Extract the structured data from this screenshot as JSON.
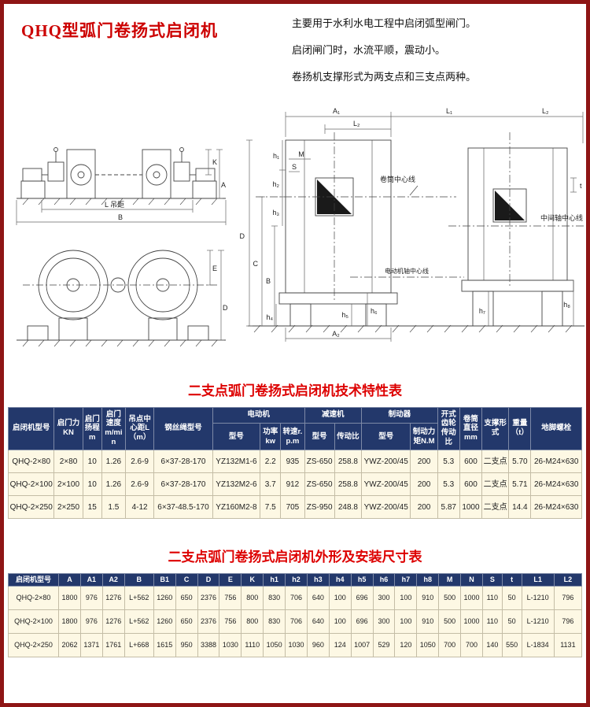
{
  "colors": {
    "accent_red": "#cc0000",
    "page_border": "#8e1515",
    "table_header_bg": "#23386b",
    "table_body_bg": "#fdf8e4"
  },
  "header": {
    "title": "QHQ型弧门卷扬式启闭机",
    "description_lines": [
      "主要用于水利水电工程中启闭弧型闸门。",
      "启闭闸门时，水流平顺，震动小。",
      "卷扬机支撑形式为两支点和三支点两种。"
    ]
  },
  "diagram": {
    "side_view": {
      "k": "K",
      "a": "A",
      "l_span": "L 吊距",
      "b_span": "B",
      "e": "E",
      "d": "D"
    },
    "install_view": {
      "a1": "A₁",
      "l1": "L₁",
      "l2_left": "L₂",
      "l2_right": "L₂",
      "d": "D",
      "c": "C",
      "b": "B",
      "h1": "h₁",
      "h2": "h₂",
      "h3": "h₃",
      "h4": "h₄",
      "h5": "h₅",
      "h6": "h₆",
      "h7": "h₇",
      "h8": "h₈",
      "s": "S",
      "m": "M",
      "t": "t",
      "a2": "A₂",
      "drum_centerline": "卷筒中心线",
      "middle_shaft_centerline": "中间轴中心线",
      "motor_shaft_centerline": "电动机轴中心线"
    }
  },
  "table1": {
    "title": "二支点弧门卷扬式启闭机技术特性表",
    "headers": {
      "model": "启闭机型号",
      "force": "启门力KN",
      "lift": "启门扬程m",
      "speed": "启门速度m/min",
      "center_distance": "吊点中心距L（m）",
      "rope": "钢丝绳型号",
      "motor_group": "电动机",
      "motor_model": "型号",
      "motor_power": "功率kw",
      "motor_speed": "转速r.p.m",
      "reducer_group": "减速机",
      "reducer_model": "型号",
      "reducer_ratio": "传动比",
      "brake_group": "制动器",
      "brake_model": "型号",
      "brake_torque": "制动力矩N.M",
      "open_gear_ratio": "开式齿轮传动比",
      "drum_diameter": "卷筒直径mm",
      "support_type": "支撑形式",
      "weight": "重量（t）",
      "anchor_bolt": "地脚螺栓"
    },
    "rows": [
      [
        "QHQ-2×80",
        "2×80",
        "10",
        "1.26",
        "2.6-9",
        "6×37-28-170",
        "YZ132M1-6",
        "2.2",
        "935",
        "ZS-650",
        "258.8",
        "YWZ-200/45",
        "200",
        "5.3",
        "600",
        "二支点",
        "5.70",
        "26-M24×630"
      ],
      [
        "QHQ-2×100",
        "2×100",
        "10",
        "1.26",
        "2.6-9",
        "6×37-28-170",
        "YZ132M2-6",
        "3.7",
        "912",
        "ZS-650",
        "258.8",
        "YWZ-200/45",
        "200",
        "5.3",
        "600",
        "二支点",
        "5.71",
        "26-M24×630"
      ],
      [
        "QHQ-2×250",
        "2×250",
        "15",
        "1.5",
        "4-12",
        "6×37-48.5-170",
        "YZ160M2-8",
        "7.5",
        "705",
        "ZS-950",
        "248.8",
        "YWZ-200/45",
        "200",
        "5.87",
        "1000",
        "二支点",
        "14.4",
        "26-M24×630"
      ]
    ]
  },
  "table2": {
    "title": "二支点弧门卷扬式启闭机外形及安装尺寸表",
    "headers": [
      "启闭机型号",
      "A",
      "A1",
      "A2",
      "B",
      "B1",
      "C",
      "D",
      "E",
      "K",
      "h1",
      "h2",
      "h3",
      "h4",
      "h5",
      "h6",
      "h7",
      "h8",
      "M",
      "N",
      "S",
      "t",
      "L1",
      "L2"
    ],
    "rows": [
      [
        "QHQ-2×80",
        "1800",
        "976",
        "1276",
        "L+562",
        "1260",
        "650",
        "2376",
        "756",
        "800",
        "830",
        "706",
        "640",
        "100",
        "696",
        "300",
        "100",
        "910",
        "500",
        "1000",
        "110",
        "50",
        "L-1210",
        "796"
      ],
      [
        "QHQ-2×100",
        "1800",
        "976",
        "1276",
        "L+562",
        "1260",
        "650",
        "2376",
        "756",
        "800",
        "830",
        "706",
        "640",
        "100",
        "696",
        "300",
        "100",
        "910",
        "500",
        "1000",
        "110",
        "50",
        "L-1210",
        "796"
      ],
      [
        "QHQ-2×250",
        "2062",
        "1371",
        "1761",
        "L+668",
        "1615",
        "950",
        "3388",
        "1030",
        "1110",
        "1050",
        "1030",
        "960",
        "124",
        "1007",
        "529",
        "120",
        "1050",
        "700",
        "700",
        "140",
        "550",
        "L-1834",
        "1131"
      ]
    ]
  }
}
